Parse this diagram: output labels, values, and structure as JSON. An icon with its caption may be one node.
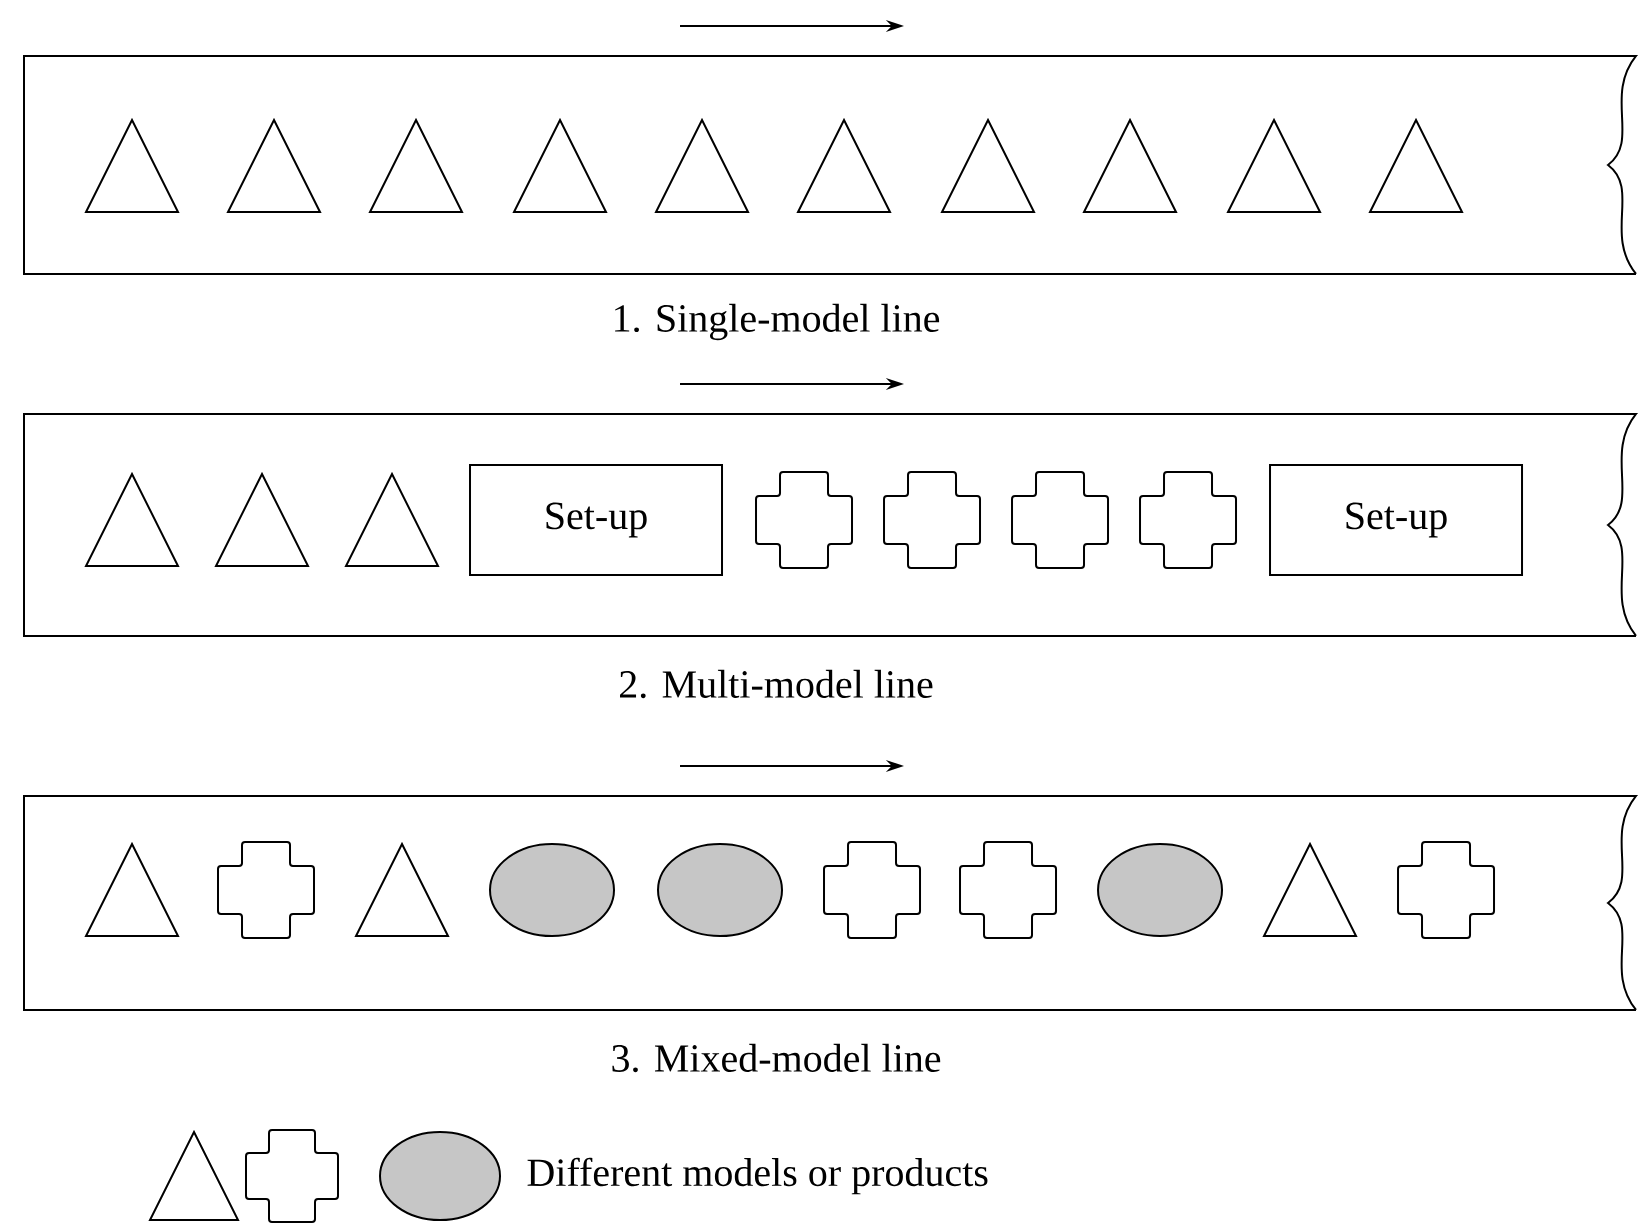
{
  "diagram": {
    "nodes": [
      {
        "text": [],
        "shape": "bar",
        "beside": [
          "1. Single-model line"
        ]
      },
      {
        "text": [],
        "shape": "triangle",
        "in": 0
      },
      {
        "text": [],
        "shape": "triangle",
        "in": 0
      },
      {
        "text": [],
        "shape": "triangle",
        "in": 0
      },
      {
        "text": [],
        "shape": "triangle",
        "in": 0
      },
      {
        "text": [],
        "shape": "triangle",
        "in": 0
      },
      {
        "text": [],
        "shape": "triangle",
        "in": 0
      },
      {
        "text": [],
        "shape": "triangle",
        "in": 0
      },
      {
        "text": [],
        "shape": "triangle",
        "in": 0
      },
      {
        "text": [],
        "shape": "triangle",
        "in": 0
      },
      {
        "text": [],
        "shape": "triangle",
        "in": 0
      },
      {
        "text": [],
        "shape": "bar",
        "beside": [
          "2. Multi-model line"
        ]
      },
      {
        "text": [],
        "shape": "triangle",
        "in": 11
      },
      {
        "text": [],
        "shape": "triangle",
        "in": 11
      },
      {
        "text": [],
        "shape": "triangle",
        "in": 11
      },
      {
        "text": [
          "Set-up"
        ],
        "in": 11
      },
      {
        "text": [],
        "shape": "cross",
        "in": 11
      },
      {
        "text": [],
        "shape": "cross",
        "in": 11
      },
      {
        "text": [],
        "shape": "cross",
        "in": 11
      },
      {
        "text": [],
        "shape": "cross",
        "in": 11
      },
      {
        "text": [
          "Set-up"
        ],
        "in": 11
      },
      {
        "text": [],
        "shape": "bar",
        "beside": [
          "3. Mixed-model line"
        ]
      },
      {
        "text": [],
        "shape": "triangle",
        "in": 21
      },
      {
        "text": [],
        "shape": "cross",
        "in": 21
      },
      {
        "text": [],
        "shape": "triangle",
        "in": 21
      },
      {
        "text": [],
        "shape": "ellipse",
        "in": 21
      },
      {
        "text": [],
        "shape": "ellipse",
        "in": 21
      },
      {
        "text": [],
        "shape": "cross",
        "in": 21
      },
      {
        "text": [],
        "shape": "cross",
        "in": 21
      },
      {
        "text": [],
        "shape": "ellipse",
        "in": 21
      },
      {
        "text": [],
        "shape": "triangle",
        "in": 21
      },
      {
        "text": [],
        "shape": "cross",
        "in": 21
      }
    ],
    "legend": [
      {
        "text": "Different models or products"
      }
    ]
  }
}
